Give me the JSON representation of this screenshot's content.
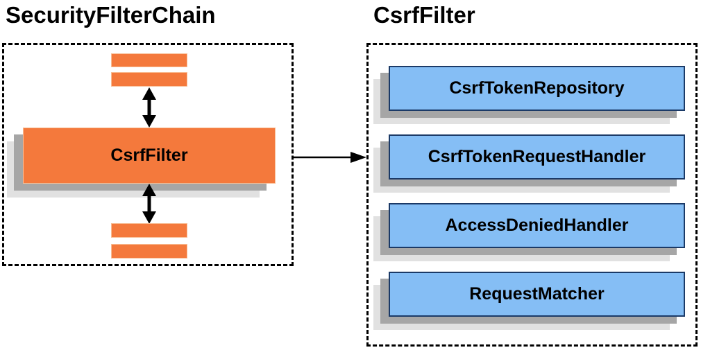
{
  "left_panel": {
    "title": "SecurityFilterChain",
    "filter_node_label": "CsrfFilter"
  },
  "right_panel": {
    "title": "CsrfFilter",
    "components": [
      "CsrfTokenRepository",
      "CsrfTokenRequestHandler",
      "AccessDeniedHandler",
      "RequestMatcher"
    ]
  },
  "icons": {
    "vertical_double_arrow": "double-headed vertical arrow",
    "horizontal_arrow": "arrow pointing right"
  },
  "colors": {
    "filter_orange": "#F4793C",
    "component_blue_fill": "#85BEF5",
    "component_blue_border": "#1B3A67",
    "shadow_dark": "#A6A6A6",
    "shadow_light": "#E1E1E1",
    "dashed_border": "#000000",
    "text": "#000000",
    "background": "#FFFFFF"
  }
}
